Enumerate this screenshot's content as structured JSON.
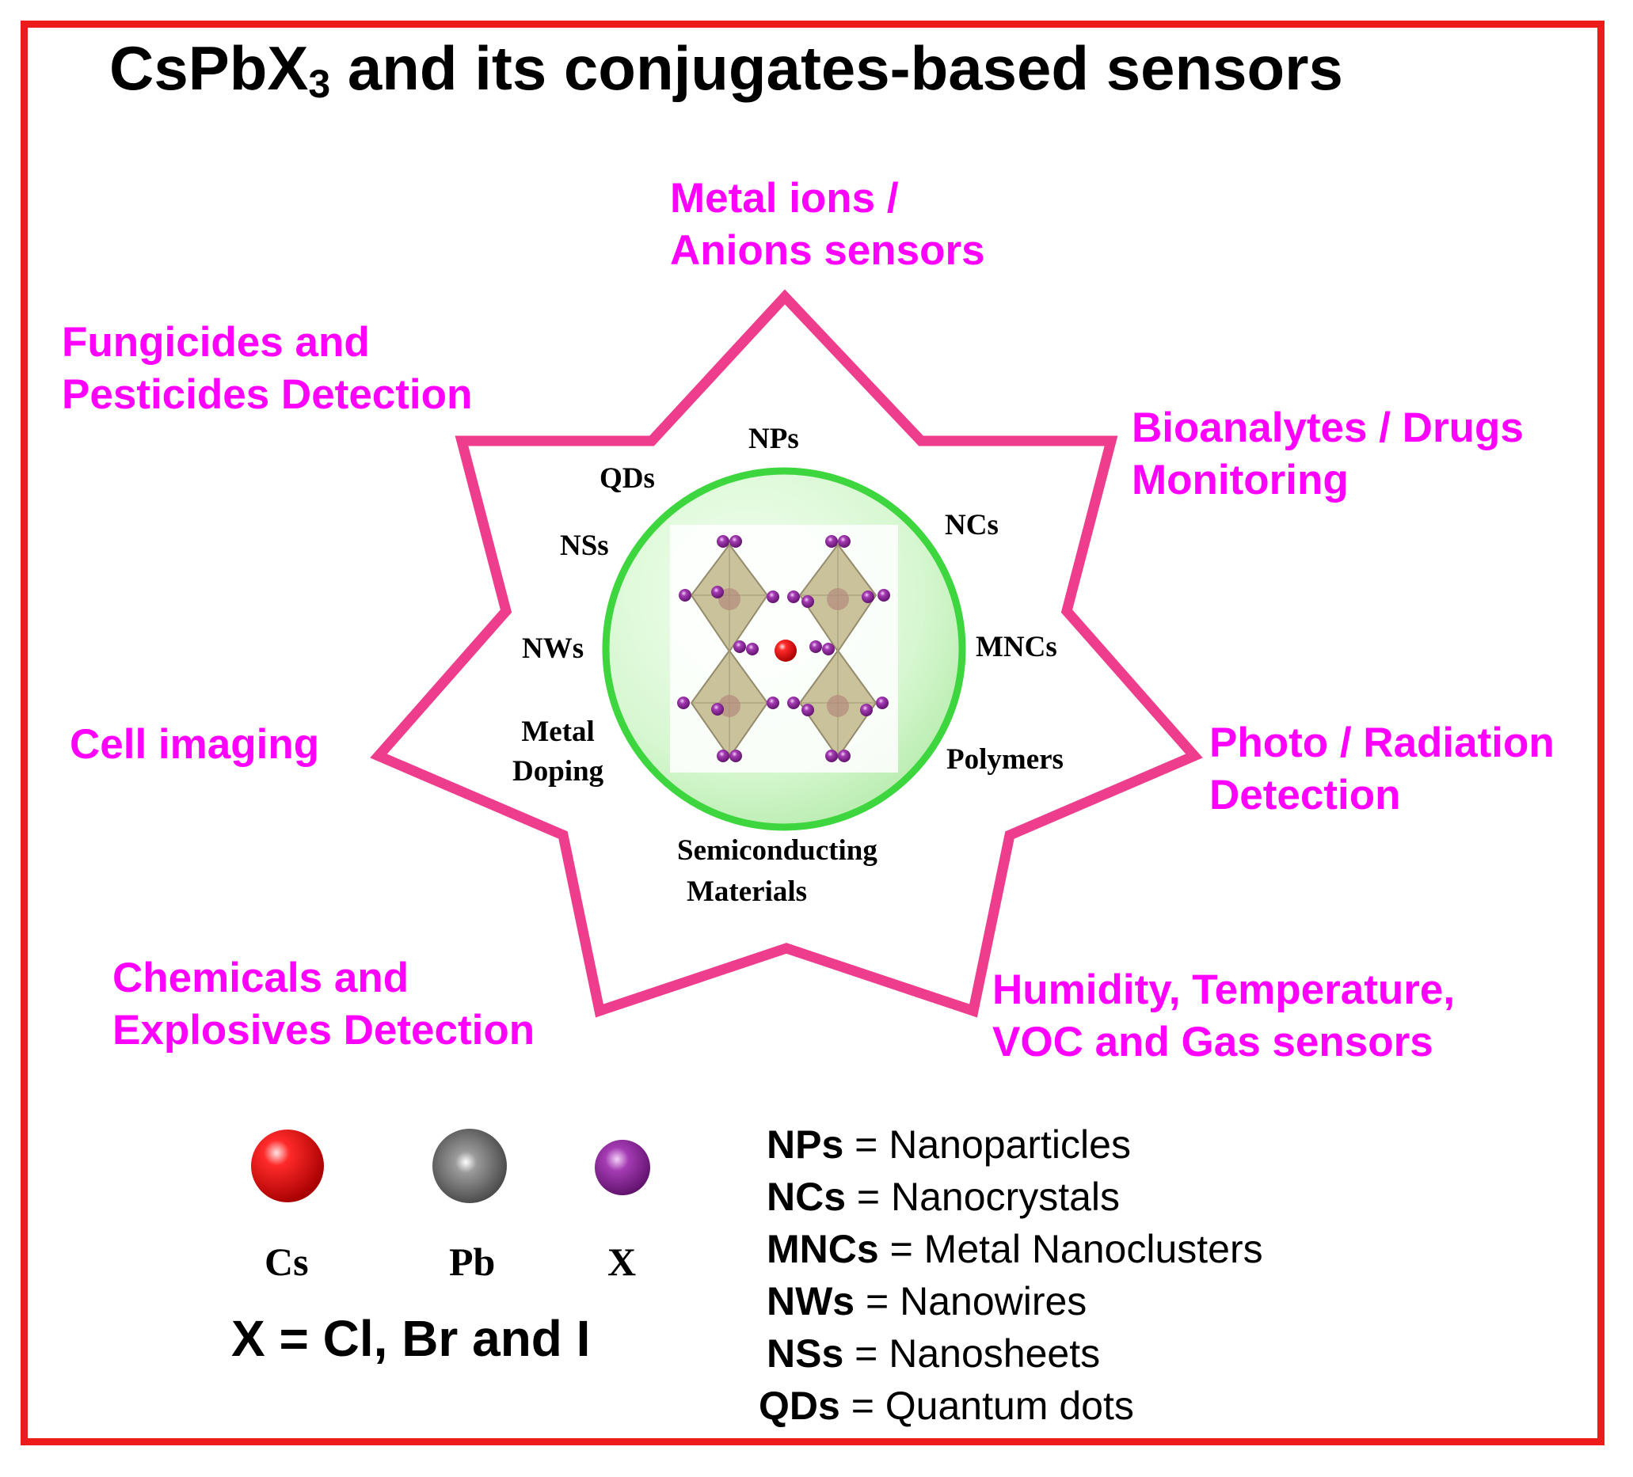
{
  "title": {
    "main": "CsPbX",
    "subscript": "3",
    "rest": " and its conjugates-based sensors"
  },
  "applications": {
    "top": [
      "Metal ions /",
      "Anions sensors"
    ],
    "upper_left": [
      "Fungicides and",
      "Pesticides Detection"
    ],
    "upper_right": [
      "Bioanalytes / Drugs",
      "Monitoring"
    ],
    "left": [
      "Cell imaging"
    ],
    "right": [
      "Photo / Radiation",
      "Detection"
    ],
    "lower_left": [
      "Chemicals and",
      "Explosives Detection"
    ],
    "lower_right": [
      "Humidity, Temperature,",
      "VOC and Gas sensors"
    ]
  },
  "conjugates": {
    "nps": "NPs",
    "qds": "QDs",
    "ncs": "NCs",
    "nss": "NSs",
    "nws": "NWs",
    "mncs": "MNCs",
    "metal_doping": [
      "Metal",
      "Doping"
    ],
    "polymers": "Polymers",
    "semiconducting": [
      "Semiconducting",
      "Materials"
    ]
  },
  "legend": {
    "atoms": [
      {
        "symbol": "Cs",
        "color": "#ee0000"
      },
      {
        "symbol": "Pb",
        "color": "#5a5a5a"
      },
      {
        "symbol": "X",
        "color": "#9a2aa8"
      }
    ],
    "x_definition": "X = Cl, Br and I"
  },
  "abbreviations": [
    {
      "abbr": "NPs",
      "meaning": " = Nanoparticles"
    },
    {
      "abbr": "NCs",
      "meaning": " = Nanocrystals"
    },
    {
      "abbr": "MNCs",
      "meaning": " = Metal Nanoclusters"
    },
    {
      "abbr": "NWs",
      "meaning": " = Nanowires"
    },
    {
      "abbr": "NSs",
      "meaning": " = Nanosheets"
    },
    {
      "abbr": "QDs",
      "meaning": " = Quantum dots"
    }
  ],
  "colors": {
    "frame": "#ee1b1b",
    "star": "#ee3d8c",
    "application_text": "#ff00ff",
    "circle_stroke": "#3ed63e",
    "circle_fill": "#cdf5c7",
    "octahedron": "#c8bf96",
    "halide": "#9a2aa8",
    "cesium": "#ee0000",
    "lead": "#5a5a5a"
  }
}
